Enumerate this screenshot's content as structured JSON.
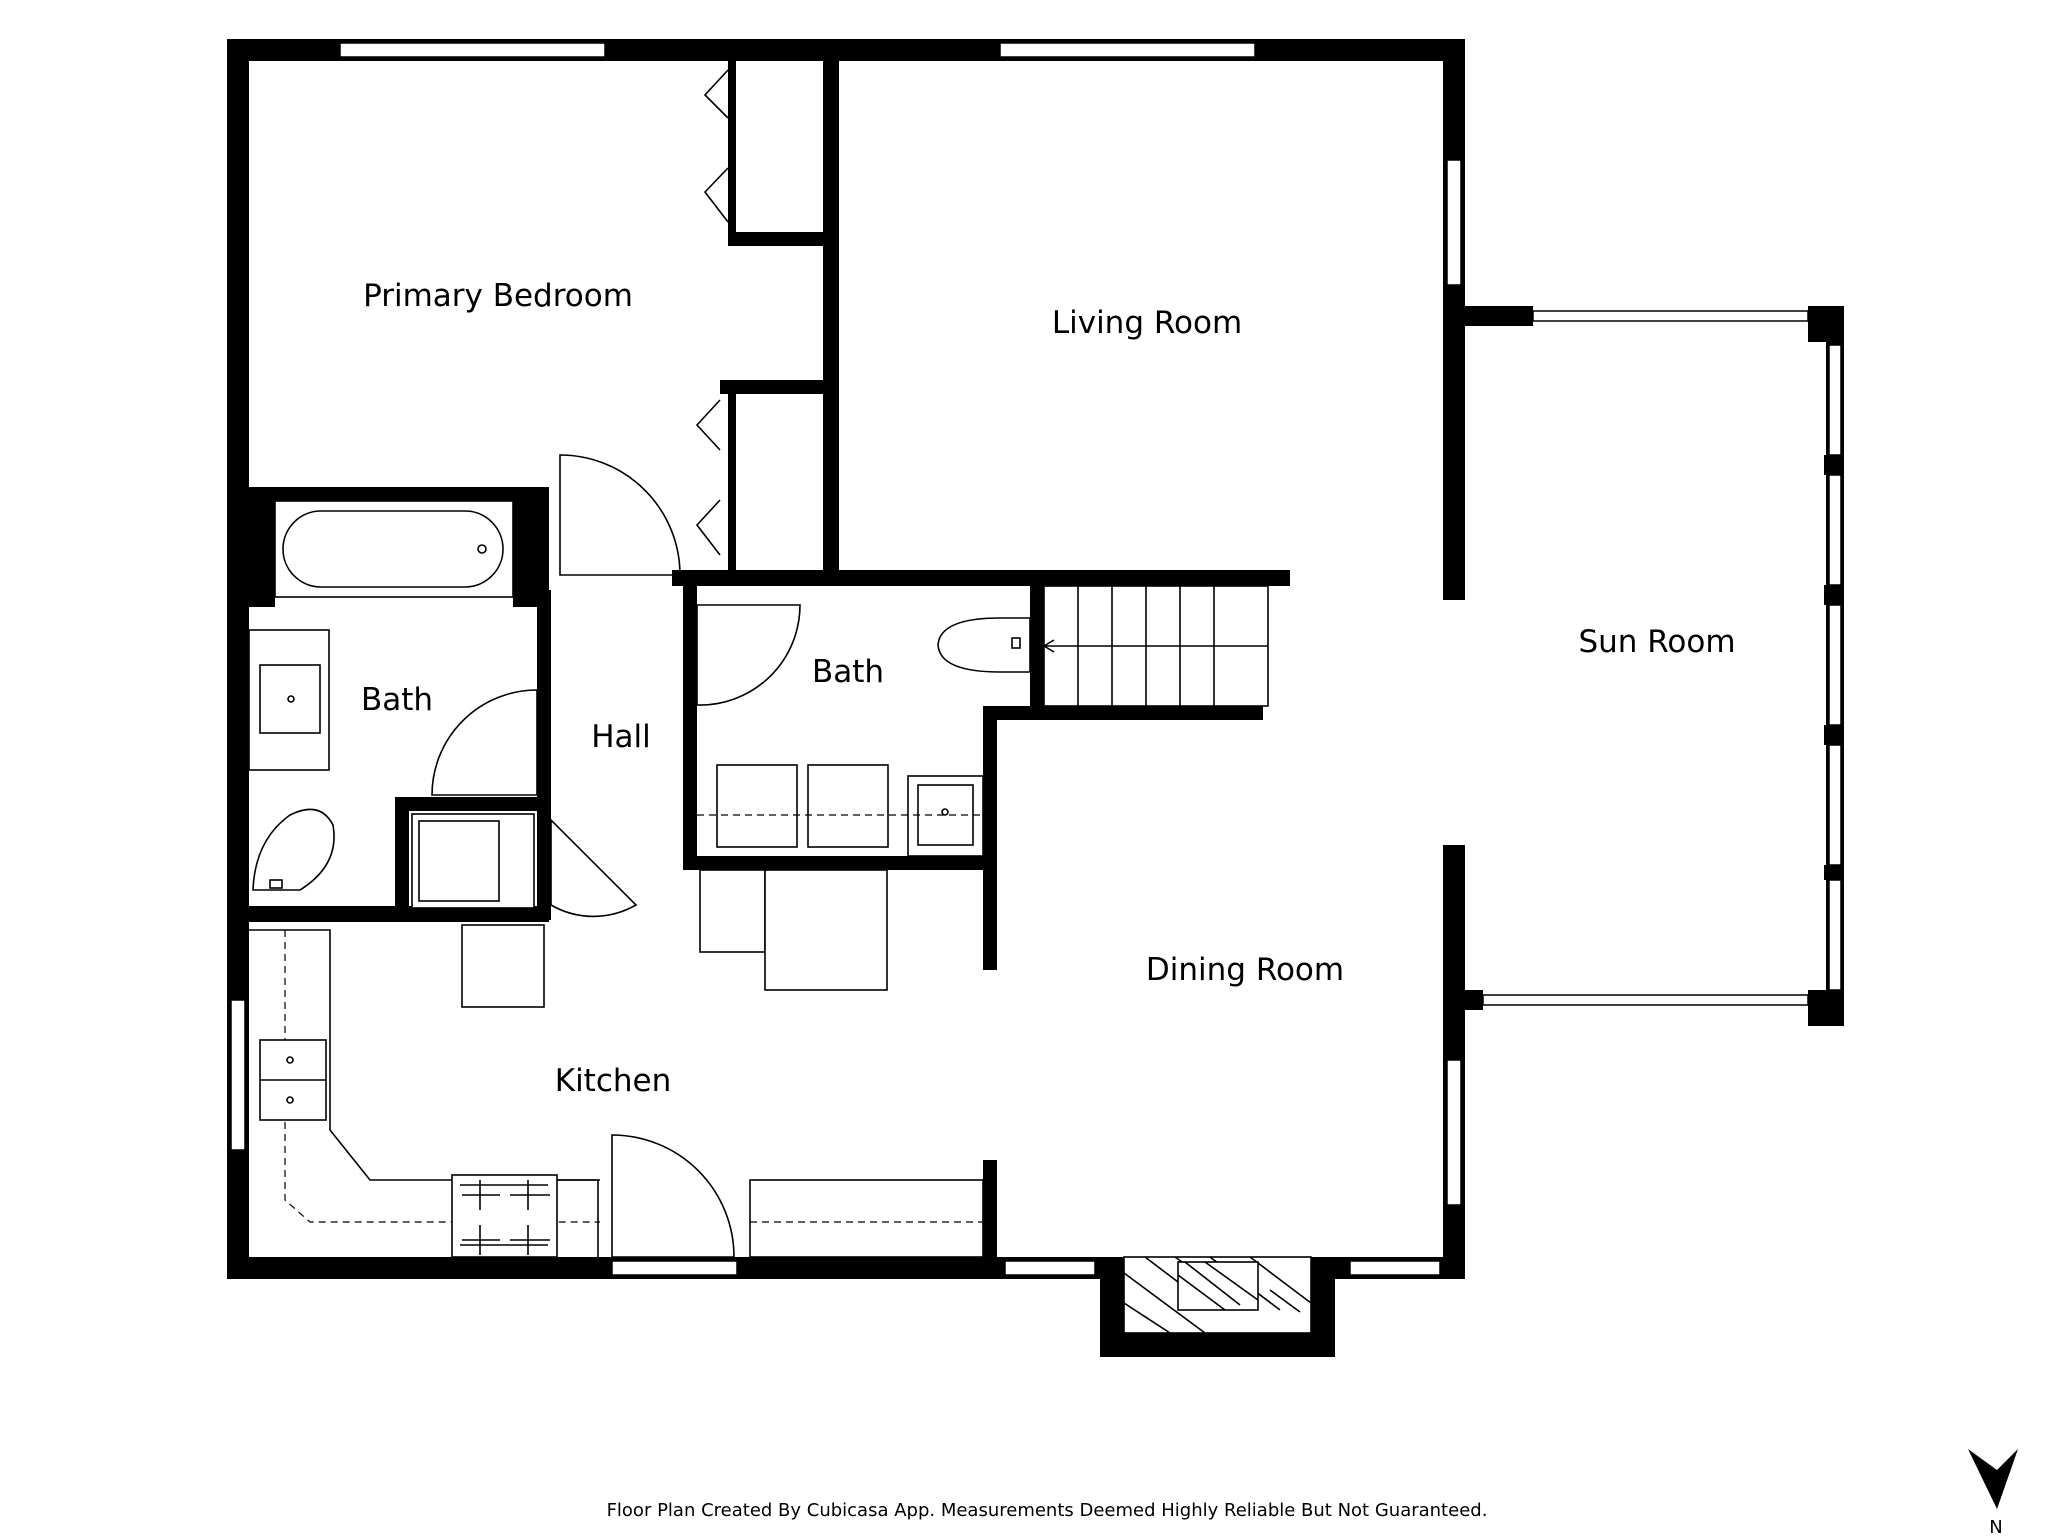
{
  "rooms": {
    "primary_bedroom": "Primary Bedroom",
    "living_room": "Living Room",
    "sun_room": "Sun Room",
    "bath_west": "Bath",
    "hall": "Hall",
    "bath_center": "Bath",
    "dining_room": "Dining Room",
    "kitchen": "Kitchen"
  },
  "footer": {
    "disclaimer": "Floor Plan Created By Cubicasa App. Measurements Deemed Highly Reliable But Not Guaranteed."
  },
  "compass": {
    "label": "N",
    "icon": "north-arrow-icon"
  },
  "colors": {
    "walls": "#000000",
    "background": "#ffffff"
  }
}
